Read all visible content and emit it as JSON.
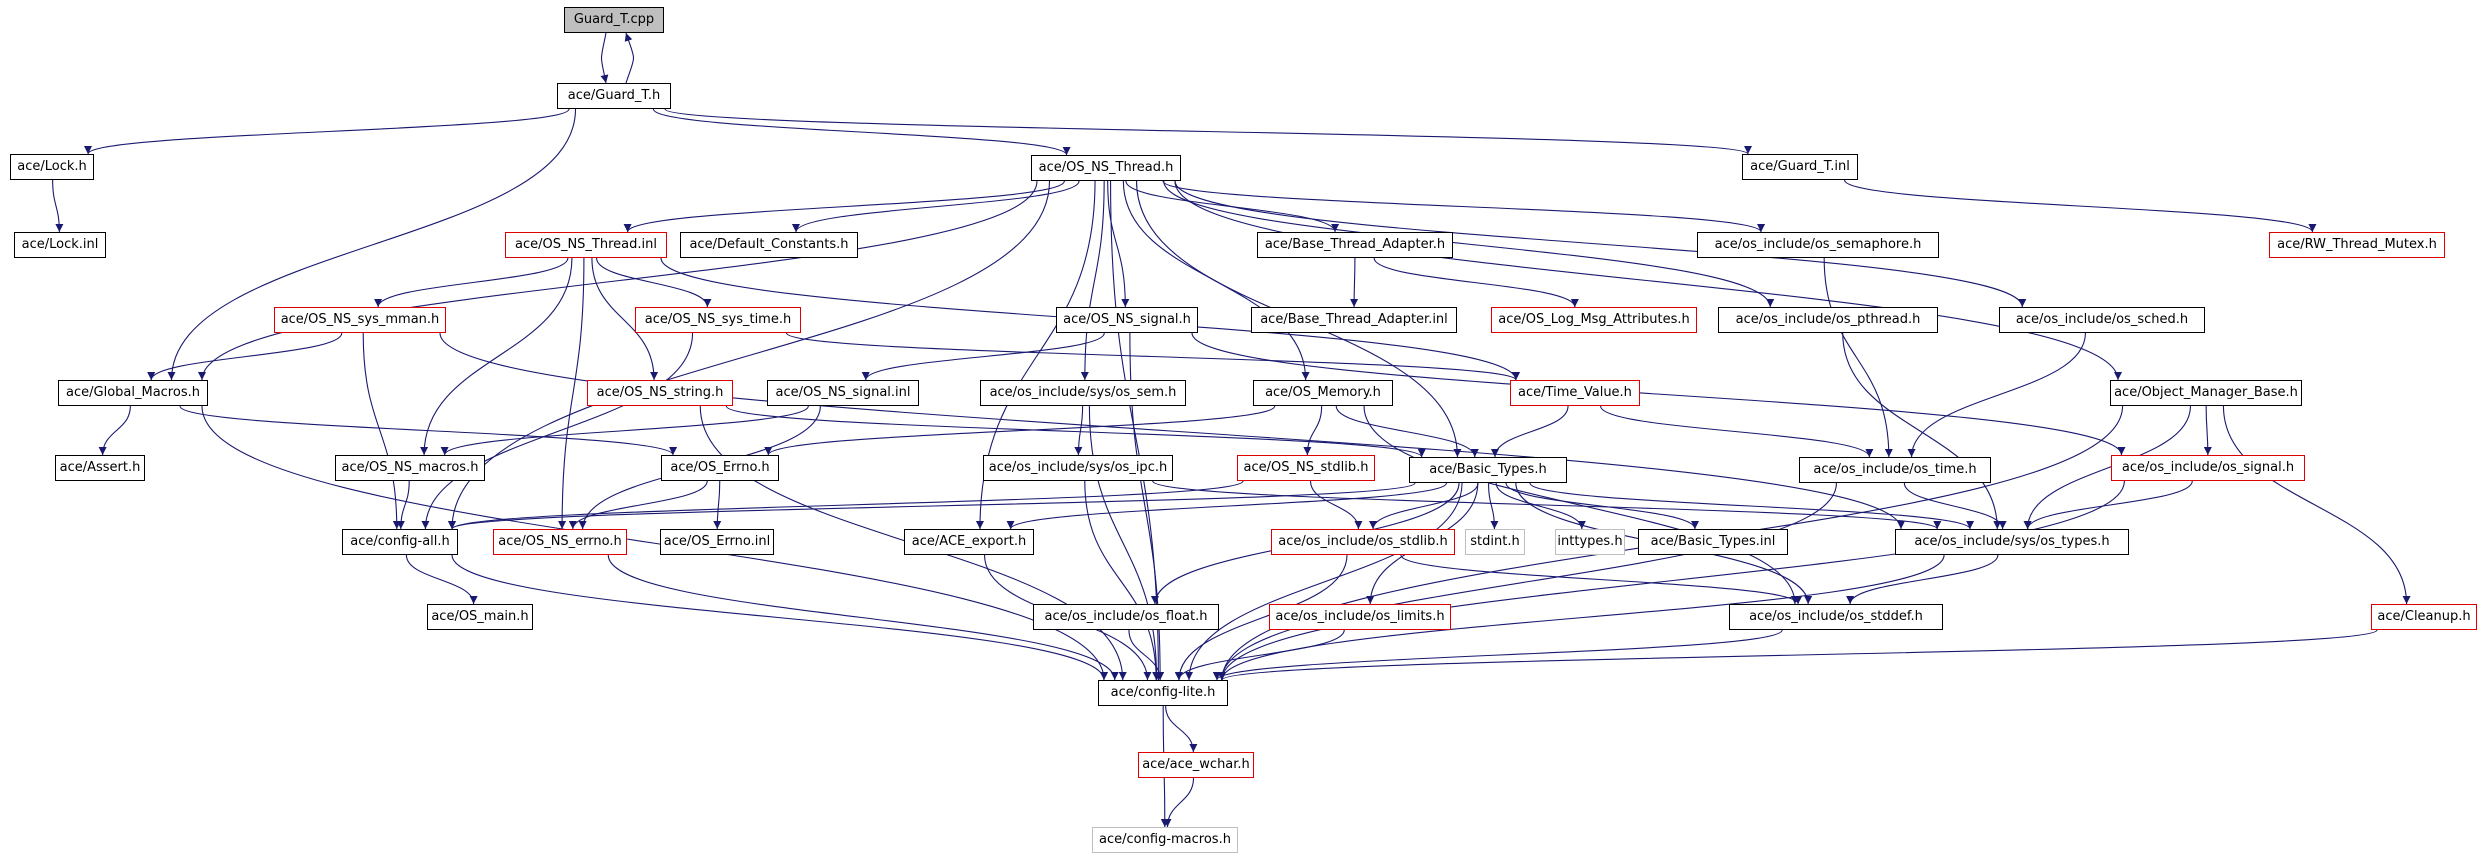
{
  "colors": {
    "edge": "#191970",
    "border": "#000000",
    "incomplete_border": "#e00000",
    "external_border": "#bfbfbf",
    "root_fill": "#bfbfbf"
  },
  "nodes": [
    {
      "id": "guard_cpp",
      "label": "Guard_T.cpp",
      "style": "root"
    },
    {
      "id": "guard_h",
      "label": "ace/Guard_T.h",
      "style": "normal"
    },
    {
      "id": "lock_h",
      "label": "ace/Lock.h",
      "style": "normal"
    },
    {
      "id": "lock_inl",
      "label": "ace/Lock.inl",
      "style": "normal"
    },
    {
      "id": "os_ns_thread_h",
      "label": "ace/OS_NS_Thread.h",
      "style": "normal"
    },
    {
      "id": "guard_inl",
      "label": "ace/Guard_T.inl",
      "style": "normal"
    },
    {
      "id": "os_ns_thread_inl",
      "label": "ace/OS_NS_Thread.inl",
      "style": "red"
    },
    {
      "id": "default_constants",
      "label": "ace/Default_Constants.h",
      "style": "normal"
    },
    {
      "id": "base_thread_adapter_h",
      "label": "ace/Base_Thread_Adapter.h",
      "style": "normal"
    },
    {
      "id": "os_semaphore",
      "label": "ace/os_include/os_semaphore.h",
      "style": "normal"
    },
    {
      "id": "rw_thread_mutex",
      "label": "ace/RW_Thread_Mutex.h",
      "style": "red"
    },
    {
      "id": "os_ns_sys_mman",
      "label": "ace/OS_NS_sys_mman.h",
      "style": "red"
    },
    {
      "id": "os_ns_sys_time",
      "label": "ace/OS_NS_sys_time.h",
      "style": "red"
    },
    {
      "id": "os_ns_signal_h",
      "label": "ace/OS_NS_signal.h",
      "style": "normal"
    },
    {
      "id": "base_thread_adapter_inl",
      "label": "ace/Base_Thread_Adapter.inl",
      "style": "normal"
    },
    {
      "id": "os_log_msg",
      "label": "ace/OS_Log_Msg_Attributes.h",
      "style": "red"
    },
    {
      "id": "os_pthread",
      "label": "ace/os_include/os_pthread.h",
      "style": "normal"
    },
    {
      "id": "os_sched",
      "label": "ace/os_include/os_sched.h",
      "style": "normal"
    },
    {
      "id": "global_macros",
      "label": "ace/Global_Macros.h",
      "style": "normal"
    },
    {
      "id": "os_ns_string",
      "label": "ace/OS_NS_string.h",
      "style": "red"
    },
    {
      "id": "os_ns_signal_inl",
      "label": "ace/OS_NS_signal.inl",
      "style": "normal"
    },
    {
      "id": "os_sem",
      "label": "ace/os_include/sys/os_sem.h",
      "style": "normal"
    },
    {
      "id": "os_memory",
      "label": "ace/OS_Memory.h",
      "style": "normal"
    },
    {
      "id": "time_value",
      "label": "ace/Time_Value.h",
      "style": "red"
    },
    {
      "id": "object_manager_base",
      "label": "ace/Object_Manager_Base.h",
      "style": "normal"
    },
    {
      "id": "assert_h",
      "label": "ace/Assert.h",
      "style": "normal"
    },
    {
      "id": "os_ns_macros",
      "label": "ace/OS_NS_macros.h",
      "style": "normal"
    },
    {
      "id": "os_errno_h",
      "label": "ace/OS_Errno.h",
      "style": "normal"
    },
    {
      "id": "os_ipc",
      "label": "ace/os_include/sys/os_ipc.h",
      "style": "normal"
    },
    {
      "id": "os_ns_stdlib",
      "label": "ace/OS_NS_stdlib.h",
      "style": "red"
    },
    {
      "id": "basic_types_h",
      "label": "ace/Basic_Types.h",
      "style": "normal"
    },
    {
      "id": "os_time",
      "label": "ace/os_include/os_time.h",
      "style": "normal"
    },
    {
      "id": "os_signal",
      "label": "ace/os_include/os_signal.h",
      "style": "red"
    },
    {
      "id": "config_all",
      "label": "ace/config-all.h",
      "style": "normal"
    },
    {
      "id": "os_ns_errno",
      "label": "ace/OS_NS_errno.h",
      "style": "red"
    },
    {
      "id": "os_errno_inl",
      "label": "ace/OS_Errno.inl",
      "style": "normal"
    },
    {
      "id": "ace_export",
      "label": "ace/ACE_export.h",
      "style": "normal"
    },
    {
      "id": "os_stdlib",
      "label": "ace/os_include/os_stdlib.h",
      "style": "red"
    },
    {
      "id": "stdint",
      "label": "stdint.h",
      "style": "gray"
    },
    {
      "id": "inttypes",
      "label": "inttypes.h",
      "style": "gray"
    },
    {
      "id": "basic_types_inl",
      "label": "ace/Basic_Types.inl",
      "style": "normal"
    },
    {
      "id": "os_types",
      "label": "ace/os_include/sys/os_types.h",
      "style": "normal"
    },
    {
      "id": "os_main",
      "label": "ace/OS_main.h",
      "style": "normal"
    },
    {
      "id": "os_float",
      "label": "ace/os_include/os_float.h",
      "style": "normal"
    },
    {
      "id": "os_limits",
      "label": "ace/os_include/os_limits.h",
      "style": "red"
    },
    {
      "id": "os_stddef",
      "label": "ace/os_include/os_stddef.h",
      "style": "normal"
    },
    {
      "id": "cleanup",
      "label": "ace/Cleanup.h",
      "style": "red"
    },
    {
      "id": "config_lite",
      "label": "ace/config-lite.h",
      "style": "normal"
    },
    {
      "id": "ace_wchar",
      "label": "ace/ace_wchar.h",
      "style": "red"
    },
    {
      "id": "config_macros",
      "label": "ace/config-macros.h",
      "style": "gray"
    }
  ],
  "edges": [
    [
      "guard_cpp",
      "guard_h"
    ],
    [
      "guard_h",
      "guard_cpp"
    ],
    [
      "guard_h",
      "lock_h"
    ],
    [
      "guard_h",
      "os_ns_thread_h"
    ],
    [
      "guard_h",
      "guard_inl"
    ],
    [
      "guard_h",
      "global_macros"
    ],
    [
      "lock_h",
      "lock_inl"
    ],
    [
      "guard_inl",
      "rw_thread_mutex"
    ],
    [
      "os_ns_thread_h",
      "global_macros"
    ],
    [
      "os_ns_thread_h",
      "config_all"
    ],
    [
      "os_ns_thread_h",
      "os_ns_thread_inl"
    ],
    [
      "os_ns_thread_h",
      "default_constants"
    ],
    [
      "os_ns_thread_h",
      "base_thread_adapter_h"
    ],
    [
      "os_ns_thread_h",
      "os_semaphore"
    ],
    [
      "os_ns_thread_h",
      "os_pthread"
    ],
    [
      "os_ns_thread_h",
      "os_sched"
    ],
    [
      "os_ns_thread_h",
      "object_manager_base"
    ],
    [
      "os_ns_thread_h",
      "os_ns_signal_h"
    ],
    [
      "os_ns_thread_h",
      "os_memory"
    ],
    [
      "os_ns_thread_h",
      "os_sem"
    ],
    [
      "os_ns_thread_h",
      "ace_export"
    ],
    [
      "os_ns_thread_h",
      "basic_types_h"
    ],
    [
      "os_ns_thread_h",
      "config_lite"
    ],
    [
      "os_ns_thread_inl",
      "os_ns_sys_mman"
    ],
    [
      "os_ns_thread_inl",
      "os_ns_sys_time"
    ],
    [
      "os_ns_thread_inl",
      "os_ns_string"
    ],
    [
      "os_ns_thread_inl",
      "os_ns_macros"
    ],
    [
      "os_ns_thread_inl",
      "os_ns_errno"
    ],
    [
      "os_ns_thread_inl",
      "time_value"
    ],
    [
      "base_thread_adapter_h",
      "base_thread_adapter_inl"
    ],
    [
      "base_thread_adapter_h",
      "os_log_msg"
    ],
    [
      "os_semaphore",
      "os_time"
    ],
    [
      "os_pthread",
      "os_types"
    ],
    [
      "os_sched",
      "os_time"
    ],
    [
      "os_ns_sys_mman",
      "global_macros"
    ],
    [
      "os_ns_sys_mman",
      "config_all"
    ],
    [
      "os_ns_sys_mman",
      "os_types"
    ],
    [
      "os_ns_sys_time",
      "time_value"
    ],
    [
      "os_ns_sys_time",
      "config_all"
    ],
    [
      "os_ns_signal_h",
      "os_ns_signal_inl"
    ],
    [
      "os_ns_signal_h",
      "os_signal"
    ],
    [
      "os_ns_signal_h",
      "config_lite"
    ],
    [
      "global_macros",
      "assert_h"
    ],
    [
      "global_macros",
      "os_errno_h"
    ],
    [
      "global_macros",
      "config_lite"
    ],
    [
      "os_ns_string",
      "basic_types_h"
    ],
    [
      "os_ns_string",
      "config_lite"
    ],
    [
      "os_ns_signal_inl",
      "os_ns_macros"
    ],
    [
      "os_ns_signal_inl",
      "os_ns_errno"
    ],
    [
      "os_sem",
      "os_ipc"
    ],
    [
      "os_sem",
      "config_lite"
    ],
    [
      "os_memory",
      "os_errno_h"
    ],
    [
      "os_memory",
      "basic_types_h"
    ],
    [
      "os_memory",
      "os_ns_stdlib"
    ],
    [
      "os_memory",
      "os_stddef"
    ],
    [
      "time_value",
      "basic_types_h"
    ],
    [
      "time_value",
      "os_time"
    ],
    [
      "object_manager_base",
      "os_signal"
    ],
    [
      "object_manager_base",
      "os_types"
    ],
    [
      "object_manager_base",
      "cleanup"
    ],
    [
      "object_manager_base",
      "config_lite"
    ],
    [
      "os_ns_macros",
      "config_all"
    ],
    [
      "os_errno_h",
      "os_ns_errno"
    ],
    [
      "os_errno_h",
      "os_errno_inl"
    ],
    [
      "os_ipc",
      "os_types"
    ],
    [
      "os_ipc",
      "config_lite"
    ],
    [
      "os_ns_stdlib",
      "os_stdlib"
    ],
    [
      "os_ns_stdlib",
      "config_all"
    ],
    [
      "basic_types_h",
      "config_all"
    ],
    [
      "basic_types_h",
      "ace_export"
    ],
    [
      "basic_types_h",
      "os_stdlib"
    ],
    [
      "basic_types_h",
      "stdint"
    ],
    [
      "basic_types_h",
      "inttypes"
    ],
    [
      "basic_types_h",
      "basic_types_inl"
    ],
    [
      "basic_types_h",
      "os_types"
    ],
    [
      "basic_types_h",
      "os_float"
    ],
    [
      "basic_types_h",
      "os_limits"
    ],
    [
      "basic_types_h",
      "os_stddef"
    ],
    [
      "basic_types_h",
      "config_lite"
    ],
    [
      "os_time",
      "os_types"
    ],
    [
      "os_time",
      "config_lite"
    ],
    [
      "os_signal",
      "os_types"
    ],
    [
      "os_signal",
      "config_lite"
    ],
    [
      "config_all",
      "os_main"
    ],
    [
      "config_all",
      "config_lite"
    ],
    [
      "os_ns_errno",
      "config_lite"
    ],
    [
      "ace_export",
      "config_lite"
    ],
    [
      "os_stdlib",
      "os_stddef"
    ],
    [
      "os_stdlib",
      "config_lite"
    ],
    [
      "os_types",
      "os_stddef"
    ],
    [
      "os_types",
      "config_lite"
    ],
    [
      "os_float",
      "config_lite"
    ],
    [
      "os_limits",
      "config_lite"
    ],
    [
      "os_stddef",
      "config_lite"
    ],
    [
      "cleanup",
      "config_lite"
    ],
    [
      "config_lite",
      "ace_wchar"
    ],
    [
      "config_lite",
      "config_macros"
    ],
    [
      "ace_wchar",
      "config_macros"
    ]
  ]
}
